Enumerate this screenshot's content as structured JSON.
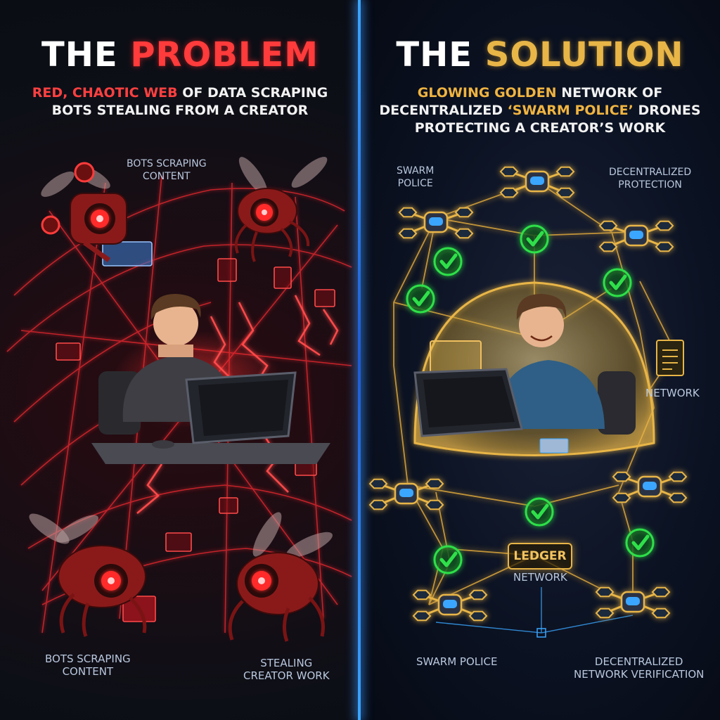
{
  "left": {
    "title_white": "THE ",
    "title_accent": "PROBLEM",
    "subtitle_line1_highlight": "RED, CHAOTIC WEB",
    "subtitle_line1_rest": " OF DATA SCRAPING",
    "subtitle_line2": "BOTS STEALING FROM A CREATOR",
    "labels": {
      "top_line1": "BOTS SCRAPING",
      "top_line2": "CONTENT",
      "bottom_left_line1": "BOTS SCRAPING",
      "bottom_left_line2": "CONTENT",
      "bottom_right_line1": "STEALING",
      "bottom_right_line2": "CREATOR WORK"
    },
    "accent_color": "#ff3b3b"
  },
  "right": {
    "title_white": "THE ",
    "title_accent": "SOLUTION",
    "subtitle_line1_highlight": "GLOWING GOLDEN",
    "subtitle_line1_rest": " NETWORK OF",
    "subtitle_line2_prefix": "DECENTRALIZED ",
    "subtitle_line2_highlight": "‘SWARM POLICE’",
    "subtitle_line2_suffix": " DRONES",
    "subtitle_line3": "PROTECTING A CREATOR’S WORK",
    "labels": {
      "swarm_top_line1": "SWARM",
      "swarm_top_line2": "POLICE",
      "decentral_top_line1": "DECENTRALIZED",
      "decentral_top_line2": "PROTECTION",
      "network_mid": "NETWORK",
      "ledger": "LEDGER",
      "network_bottom": "NETWORK",
      "swarm_bottom": "SWARM POLICE",
      "verification_line1": "DECENTRALIZED",
      "verification_line2": "NETWORK VERIFICATION"
    },
    "accent_color": "#e8b547",
    "check_color": "#2fe04a"
  }
}
